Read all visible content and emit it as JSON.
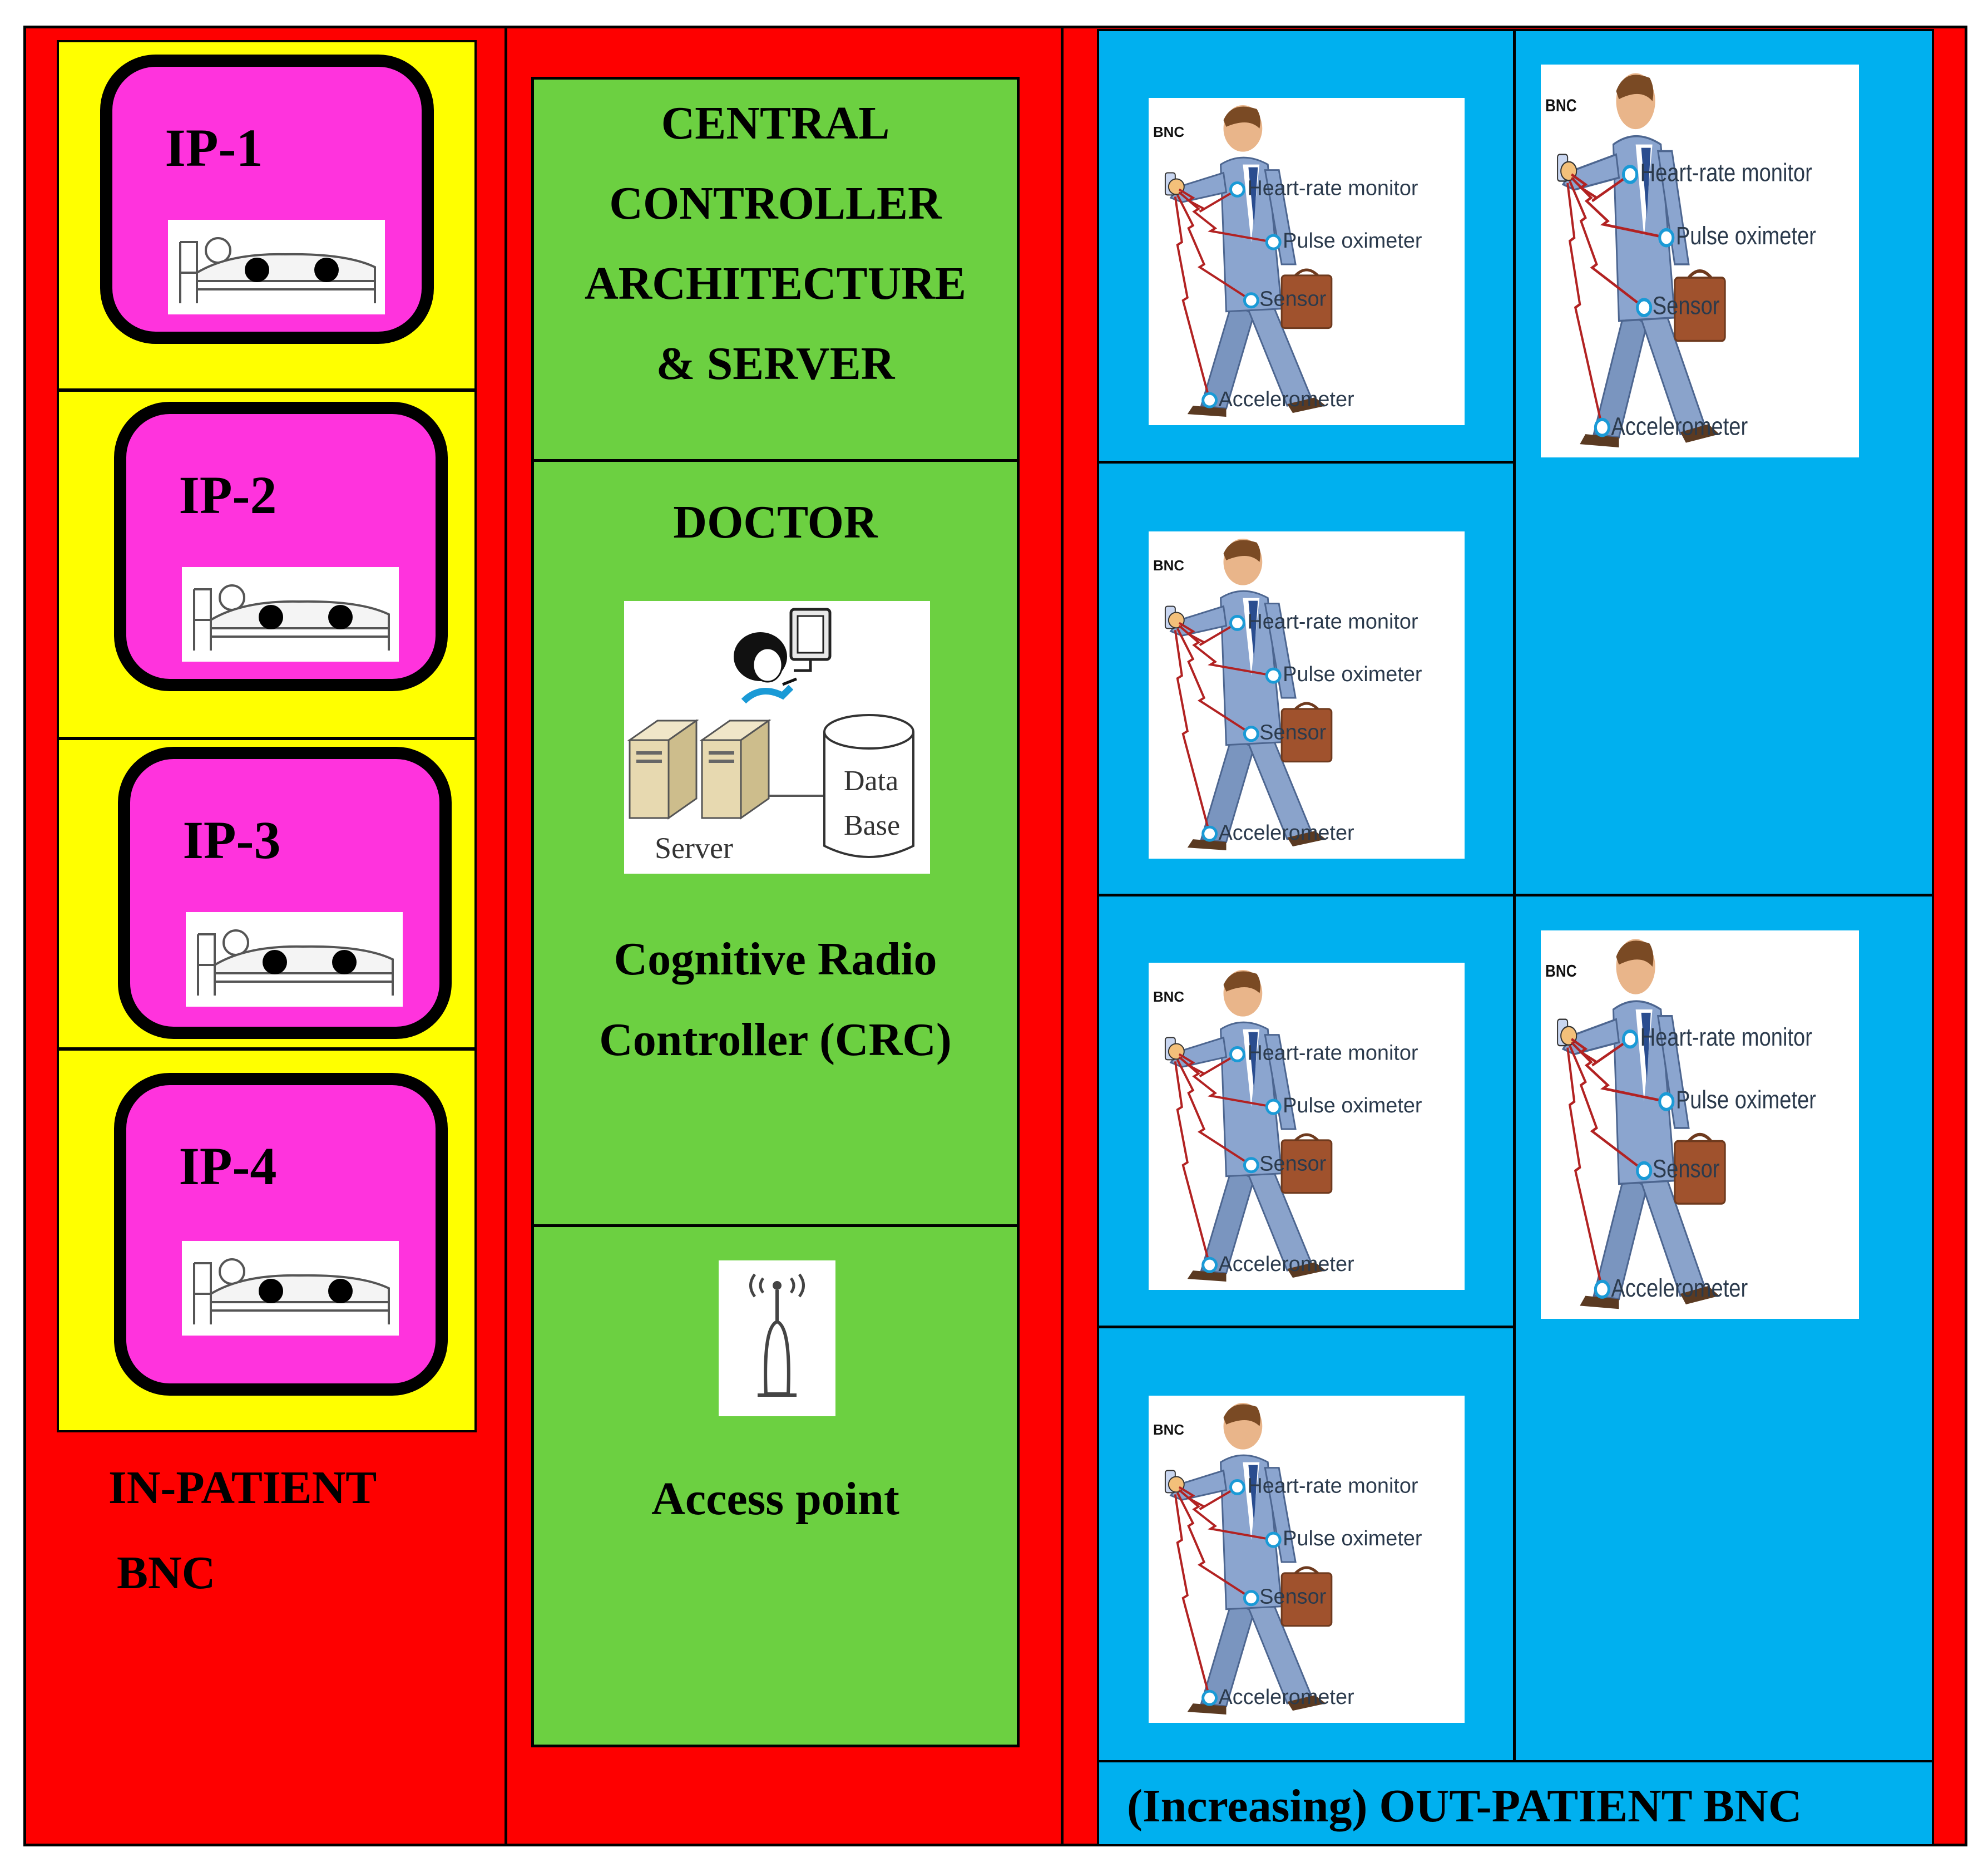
{
  "inpatient": {
    "beds": [
      {
        "label": "IP-1"
      },
      {
        "label": "IP-2"
      },
      {
        "label": "IP-3"
      },
      {
        "label": "IP-4"
      }
    ],
    "caption_line1": "IN-PATIENT",
    "caption_line2": "BNC"
  },
  "central": {
    "heading_lines": [
      "CENTRAL",
      "CONTROLLER",
      "ARCHITECTURE",
      "& SERVER"
    ],
    "doctor_label": "DOCTOR",
    "server_label": "Server",
    "database_label_1": "Data",
    "database_label_2": "Base",
    "crc_line1": "Cognitive Radio",
    "crc_line2": "Controller (CRC)",
    "access_point_label": "Access point"
  },
  "outpatient": {
    "bnc_tag": "BNC",
    "sensor_labels": [
      "Heart-rate monitor",
      "Pulse oximeter",
      "Sensor",
      "Accelerometer"
    ],
    "patient_count": 6,
    "caption": "(Increasing) OUT-PATIENT BNC"
  },
  "colors": {
    "frame_red": "#fe0000",
    "inpatient_yellow": "#ffff00",
    "bed_card_magenta": "#ff33dd",
    "central_green": "#6cd041",
    "outpatient_blue": "#00b0ef"
  },
  "icons": [
    "hospital-bed-icon",
    "doctor-icon",
    "monitor-icon",
    "server-icon",
    "database-icon",
    "access-point-icon",
    "walking-patient-icon"
  ]
}
